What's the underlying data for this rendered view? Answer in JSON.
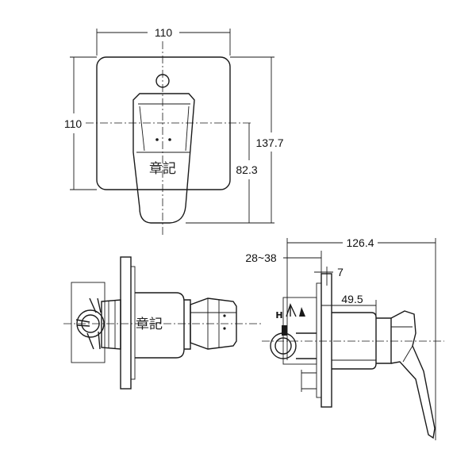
{
  "dimensions": {
    "top_width": "110",
    "top_height": "110",
    "overall_height": "137.7",
    "handle_offset": "82.3",
    "overall_depth": "126.4",
    "wall_range": "28~38",
    "plate_gap": "7",
    "body_depth": "49.5"
  },
  "watermark": "章記",
  "symbols": {
    "hot": "H"
  }
}
